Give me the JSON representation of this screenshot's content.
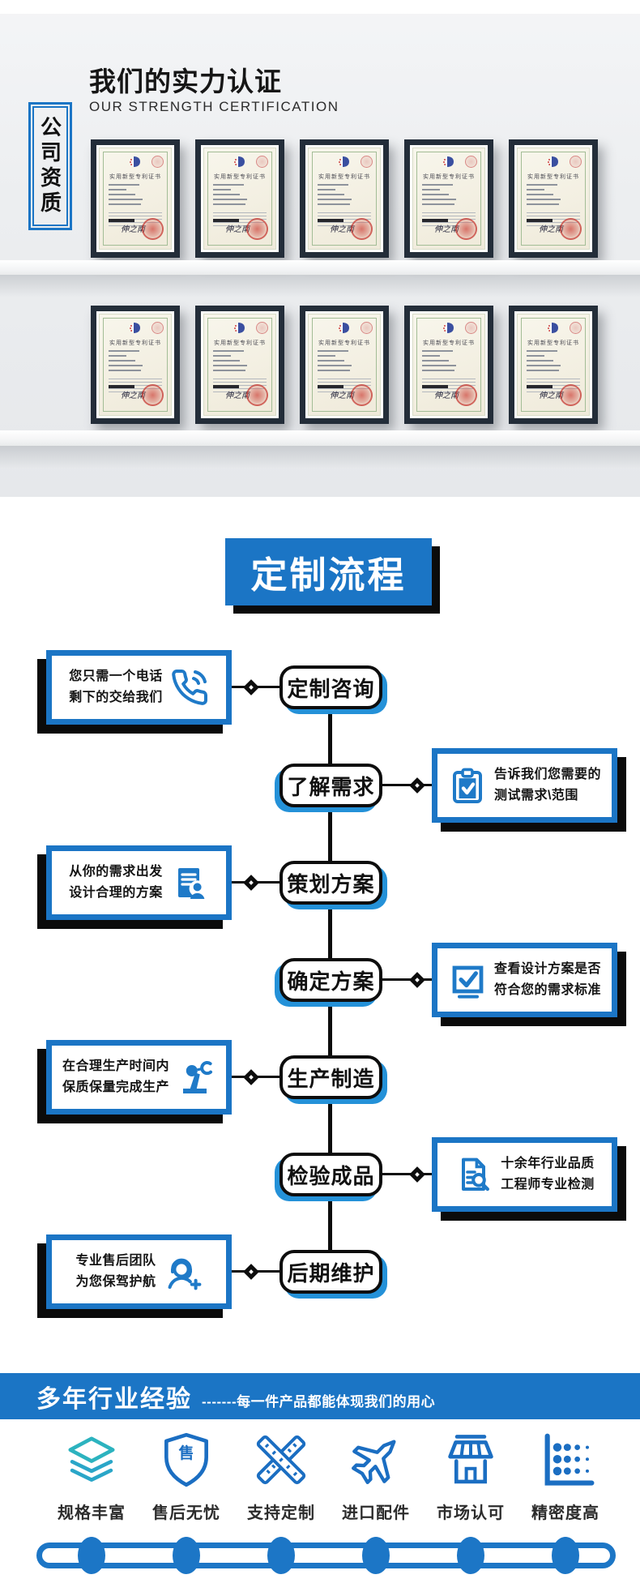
{
  "cert_section": {
    "tag": "公司资质",
    "title": "我们的实力认证",
    "subtitle": "OUR STRENGTH CERTIFICATION",
    "certificate": {
      "title": "实用新型专利证书",
      "signature": "伸之南"
    }
  },
  "flow_section": {
    "title": "定制流程",
    "steps": [
      {
        "label": "定制咨询",
        "side": "left",
        "desc_line1": "您只需一个电话",
        "desc_line2": "剩下的交给我们",
        "icon": "phone-icon"
      },
      {
        "label": "了解需求",
        "side": "right",
        "desc_line1": "告诉我们您需要的",
        "desc_line2": "测试需求\\范围",
        "icon": "clipboard-check-icon"
      },
      {
        "label": "策划方案",
        "side": "left",
        "desc_line1": "从你的需求出发",
        "desc_line2": "设计合理的方案",
        "icon": "document-person-icon"
      },
      {
        "label": "确定方案",
        "side": "right",
        "desc_line1": "查看设计方案是否",
        "desc_line2": "符合您的需求标准",
        "icon": "check-square-icon"
      },
      {
        "label": "生产制造",
        "side": "left",
        "desc_line1": "在合理生产时间内",
        "desc_line2": "保质保量完成生产",
        "icon": "robot-arm-icon"
      },
      {
        "label": "检验成品",
        "side": "right",
        "desc_line1": "十余年行业品质",
        "desc_line2": "工程师专业检测",
        "icon": "document-search-icon"
      },
      {
        "label": "后期维护",
        "side": "left",
        "desc_line1": "专业售后团队",
        "desc_line2": "为您保驾护航",
        "icon": "headset-person-icon"
      }
    ]
  },
  "experience_section": {
    "title": "多年行业经验",
    "subtitle": "-------每一件产品都能体现我们的用心",
    "features": [
      {
        "label": "规格丰富",
        "icon": "layers-icon"
      },
      {
        "label": "售后无忧",
        "icon": "shield-icon",
        "icon_char": "售"
      },
      {
        "label": "支持定制",
        "icon": "rulers-icon"
      },
      {
        "label": "进口配件",
        "icon": "airplane-icon"
      },
      {
        "label": "市场认可",
        "icon": "storefront-icon"
      },
      {
        "label": "精密度高",
        "icon": "precision-dots-icon"
      }
    ]
  },
  "colors": {
    "primary_blue": "#1b75c5",
    "pill_shadow_blue": "#2491d8",
    "teal": "#2cb3bf",
    "black": "#0d0d0d",
    "wall_gray": "#eceef0",
    "paper_cream": "#f4f1e3",
    "seal_red": "#ce4c42"
  }
}
